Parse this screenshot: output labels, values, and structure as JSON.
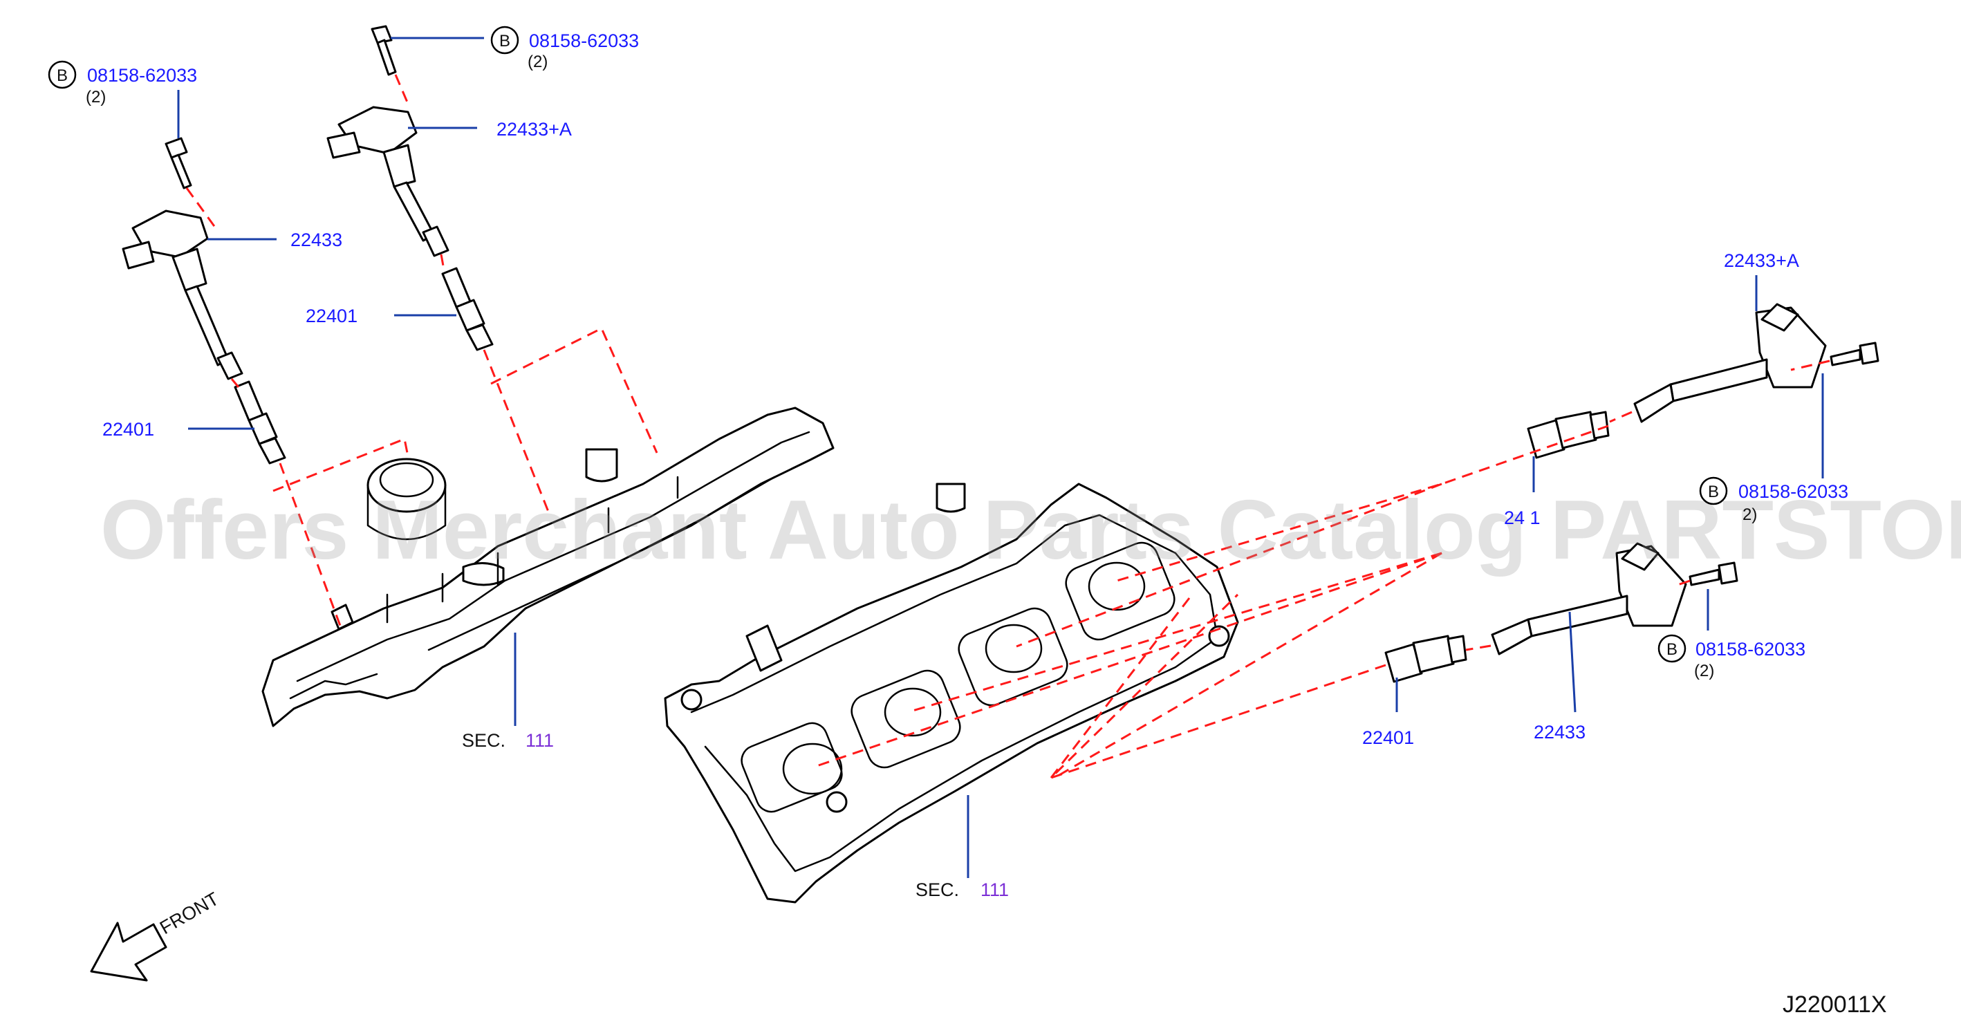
{
  "watermark": "Offers Merchant Auto Parts Catalog PARTSTORE.SA",
  "diagram_code": "J220011X",
  "front_label": "FRONT",
  "callouts": {
    "bolt_left": {
      "mark": "B",
      "part_no": "08158-62033",
      "qty": "(2)"
    },
    "bolt_mid": {
      "mark": "B",
      "part_no": "08158-62033",
      "qty": "(2)"
    },
    "bolt_right_1": {
      "mark": "B",
      "part_no": "08158-62033",
      "qty": "2)"
    },
    "bolt_right_2": {
      "mark": "B",
      "part_no": "08158-62033",
      "qty": "(2)"
    },
    "coil_left": {
      "part_no": "22433"
    },
    "coil_mid": {
      "part_no": "22433+A"
    },
    "coil_right_1": {
      "part_no": "22433+A"
    },
    "coil_right_2": {
      "part_no": "22433"
    },
    "plug_left": {
      "part_no": "22401"
    },
    "plug_mid": {
      "part_no": "22401"
    },
    "plug_right_1": {
      "part_no": "24 1"
    },
    "plug_right_2": {
      "part_no": "22401"
    },
    "sec_left": {
      "label": "SEC.",
      "ref": "111"
    },
    "sec_right": {
      "label": "SEC.",
      "ref": "111"
    }
  }
}
